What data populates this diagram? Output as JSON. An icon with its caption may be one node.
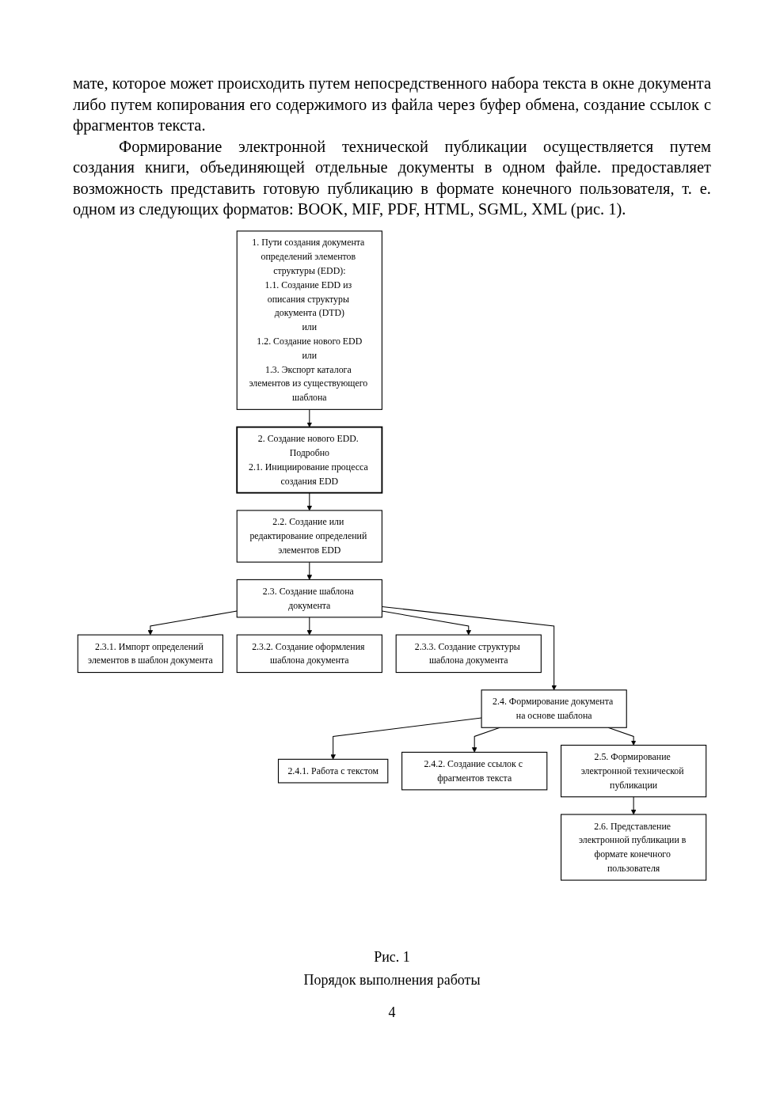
{
  "diagram": {
    "caption": "Порядок выполнения работы",
    "nodes": [
      {
        "text": [
          "1. Пути создания документа определений элементов структуры (EDD):",
          "1.1. Создание EDD из описания структуры документа (DTD)",
          "или",
          "1.2. Создание нового EDD",
          "или",
          "1.3. Экспорт каталога элементов из существующего шаблона"
        ]
      },
      {
        "text": [
          "2. Создание нового EDD. Подробно",
          "2.1. Инициирование процесса создания EDD"
        ]
      },
      {
        "text": [
          "2.2. Создание или редактирование определений элементов EDD"
        ]
      },
      {
        "text": [
          "2.3. Создание шаблона документа"
        ]
      },
      {
        "text": [
          "2.3.1. Импорт определений элементов в шаблон документа"
        ]
      },
      {
        "text": [
          "2.3.2. Создание оформления шаблона документа"
        ]
      },
      {
        "text": [
          "2.3.3. Создание структуры шаблона документа"
        ]
      },
      {
        "text": [
          "2.4. Формирование документа на основе шаблона"
        ]
      },
      {
        "text": [
          "2.4.1. Работа с текстом"
        ]
      },
      {
        "text": [
          "2.4.2. Создание ссылок с фрагментов текста"
        ]
      },
      {
        "text": [
          "2.5. Формирование электронной технической публикации"
        ]
      },
      {
        "text": [
          "2.6. Представление электронной публикации в формате конечного пользователя"
        ]
      }
    ],
    "edges": [
      {
        "from": 0,
        "to": 1,
        "arrow": "to"
      },
      {
        "from": 1,
        "to": 2,
        "arrow": "to"
      },
      {
        "from": 2,
        "to": 3,
        "arrow": "to"
      },
      {
        "from": 3,
        "to": 4,
        "arrow": "to"
      },
      {
        "from": 3,
        "to": 5,
        "arrow": "to"
      },
      {
        "from": 3,
        "to": 6,
        "arrow": "to"
      },
      {
        "from": 3,
        "to": 7,
        "arrow": "to"
      },
      {
        "from": 7,
        "to": 8,
        "arrow": "to"
      },
      {
        "from": 7,
        "to": 9,
        "arrow": "to"
      },
      {
        "from": 7,
        "to": 10,
        "arrow": "to"
      },
      {
        "from": 10,
        "to": 11,
        "arrow": "to"
      }
    ],
    "labels": [
      "мате, которое может происходить путем непосредственного набора текста в окне документа либо путем копирования его содержимого из файла через буфер обмена, создание ссылок с фрагментов текста.",
      "Формирование электронной технической публикации осуществляется путем создания книги, объединяющей отдельные документы в одном файле. предоставляет возможность представить готовую публикацию в формате конечного пользователя, т. е. одном из следующих форматов: BOOK, MIF, PDF, HTML, SGML, XML (рис. 1).",
      "Рис. 1",
      "4"
    ]
  }
}
